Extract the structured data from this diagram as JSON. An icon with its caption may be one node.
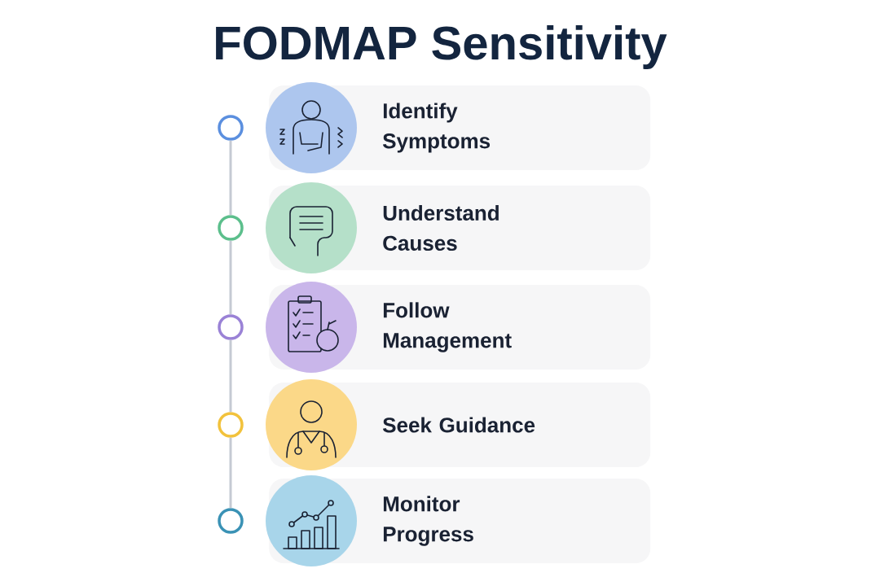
{
  "diagram": {
    "title": "FODMAP Sensitivity",
    "nodes": [
      {
        "text": [
          "Identify Symptoms"
        ]
      },
      {
        "text": [
          "Understand Causes"
        ]
      },
      {
        "text": [
          "Follow Management"
        ]
      },
      {
        "text": [
          "Seek Guidance"
        ]
      },
      {
        "text": [
          "Monitor Progress"
        ]
      },
      {
        "text": [],
        "shape": "circle"
      },
      {
        "text": [],
        "shape": "circle"
      },
      {
        "text": [],
        "shape": "circle"
      },
      {
        "text": [],
        "shape": "circle"
      },
      {
        "text": [],
        "shape": "circle"
      }
    ],
    "edges": [
      {
        "from": 5,
        "to": 6,
        "arrow": "none"
      },
      {
        "from": 6,
        "to": 7,
        "arrow": "none"
      },
      {
        "from": 7,
        "to": 8,
        "arrow": "none"
      },
      {
        "from": 8,
        "to": 9,
        "arrow": "none"
      }
    ]
  }
}
